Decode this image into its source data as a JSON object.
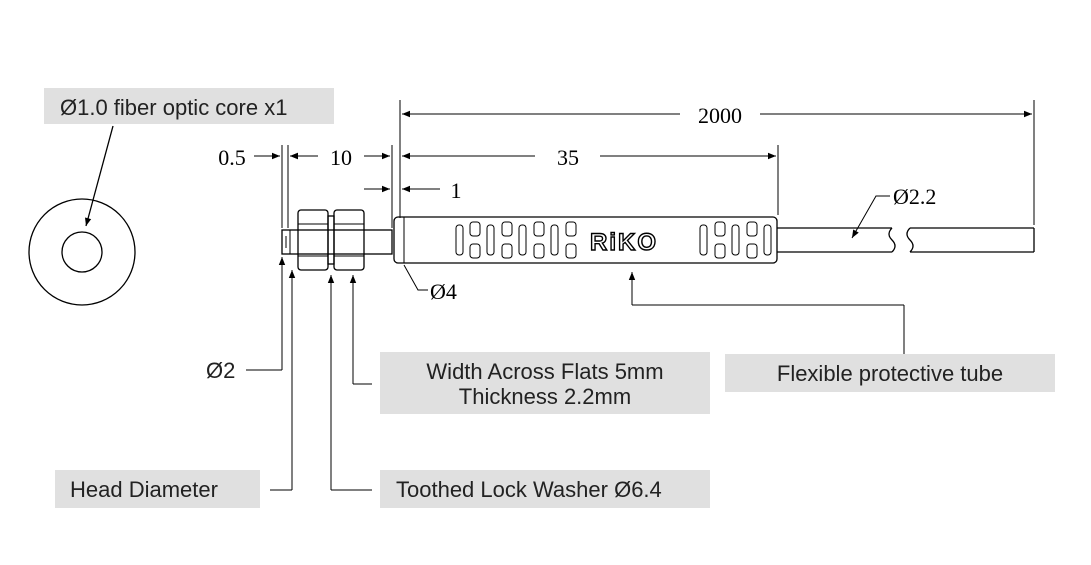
{
  "labels": {
    "fiber_core": "Ø1.0 fiber optic core x1",
    "width_across_flats_line1": "Width Across Flats 5mm",
    "width_across_flats_line2": "Thickness 2.2mm",
    "flexible_tube": "Flexible protective tube",
    "head_diameter": "Head Diameter",
    "lock_washer": "Toothed Lock Washer Ø6.4",
    "head_diameter_value": "Ø2"
  },
  "dimensions": {
    "tip_length": "0.5",
    "thread_length": "10",
    "sleeve_offset": "1",
    "sleeve_length": "35",
    "total_length": "2000",
    "sleeve_diameter": "Ø4",
    "cable_diameter": "Ø2.2"
  },
  "brand": "RiKO",
  "colors": {
    "label_background": "#e0e0e0",
    "line": "#000000"
  }
}
